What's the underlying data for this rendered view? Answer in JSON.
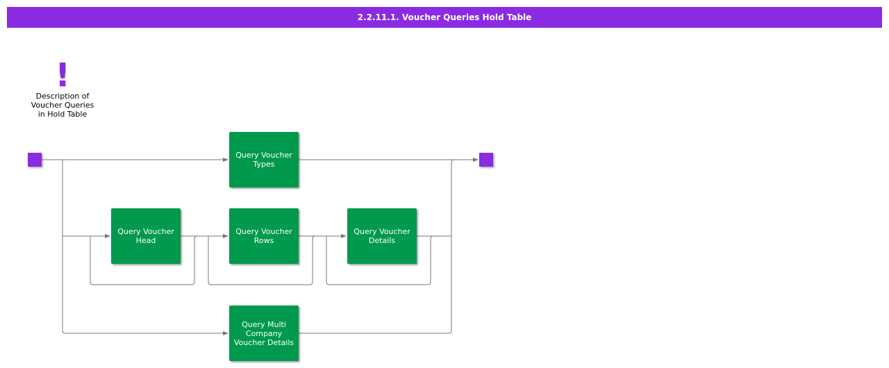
{
  "header": {
    "title": "2.2.11.1. Voucher Queries Hold Table"
  },
  "note": {
    "symbol": "!",
    "text": "Description of\nVoucher Queries\nin Hold Table"
  },
  "nodes": {
    "types": "Query Voucher\nTypes",
    "head": "Query Voucher\nHead",
    "rows": "Query Voucher\nRows",
    "details": "Query Voucher\nDetails",
    "multi": "Query Multi\nCompany\nVoucher Details"
  },
  "colors": {
    "accent": "#8a2be2",
    "node": "#00994d",
    "line": "#777777"
  }
}
